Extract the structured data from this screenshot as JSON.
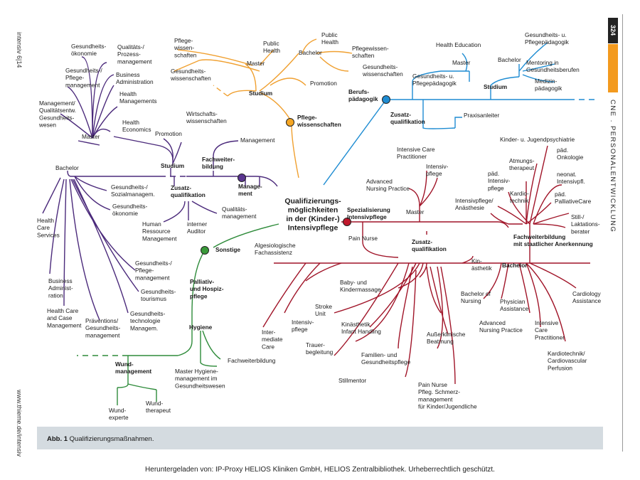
{
  "margin": {
    "journal_top": "intensiv 6|14",
    "journal_bottom": "www.thieme.de/intensiv"
  },
  "sidebar": {
    "page_number": "324",
    "section": "CNE . PERSONALENTWICKLUNG"
  },
  "caption": {
    "label": "Abb. 1",
    "text": "Qualifizierungsmaßnahmen."
  },
  "footer": "Heruntergeladen von: IP-Proxy HELIOS Kliniken GmbH, HELIOS Zentralbibliothek. Urheberrechtlich geschützt.",
  "colors": {
    "purple": "#4b2a7b",
    "orange": "#f0a030",
    "blue": "#1e8cd2",
    "red": "#a01428",
    "green": "#2e8b3a",
    "node_purple": "#5a3590",
    "node_orange": "#f5a623",
    "node_blue": "#1e8cd2",
    "node_red": "#c0182c",
    "node_green": "#3a9a3a"
  },
  "center": [
    "Qualifizierungs-",
    "möglichkeiten",
    "in der (Kinder-)",
    "Intensivpflege"
  ],
  "labels": {
    "p_master": "Master",
    "p_gesoek": [
      "Gesundheits-",
      "ökonomie"
    ],
    "p_qpm": [
      "Qualitäts-/",
      "Prozess-",
      "management"
    ],
    "p_gpm": [
      "Gesundheits-/",
      "Pflege-",
      "management"
    ],
    "p_busadm": [
      "Business",
      "Administration"
    ],
    "p_healthmgmt": [
      "Health",
      "Managements"
    ],
    "p_mqg": [
      "Management/",
      "Qualitätsentw.",
      "Gesundheits-",
      "wesen"
    ],
    "p_healthecon": [
      "Health",
      "Economics"
    ],
    "p_promotion": "Promotion",
    "p_wirt": [
      "Wirtschafts-",
      "wissenschaften"
    ],
    "p_studium": "Studium",
    "p_fwb": [
      "Fachweiter-",
      "bildung"
    ],
    "p_fwb_mgmt": "Management",
    "p_bachelor": "Bachelor",
    "p_zq": [
      "Zusatz-",
      "qualifikation"
    ],
    "p_mgmt_node": [
      "Manage-",
      "ment"
    ],
    "p_gsm": [
      "Gesundheits-/",
      "Sozialmanagem."
    ],
    "p_gesoek2": [
      "Gesundheits-",
      "ökonomie"
    ],
    "p_hrm": [
      "Human",
      "Ressource",
      "Management"
    ],
    "p_ia": [
      "interner",
      "Auditor"
    ],
    "p_qm": [
      "Qualitäts-",
      "management"
    ],
    "p_hcs": [
      "Health",
      "Care",
      "Services"
    ],
    "p_ba": [
      "Business",
      "Administ-",
      "ration"
    ],
    "p_hccm": [
      "Health Care",
      "and Case",
      "Management"
    ],
    "p_pgm": [
      "Präventions/",
      "Gesundheits-",
      "management"
    ],
    "p_gpm2": [
      "Gesundheits-/",
      "Pflege-",
      "management"
    ],
    "p_gt": [
      "Gesundheits-",
      "tourismus"
    ],
    "p_gtm": [
      "Gesundheits-",
      "technologie",
      "Managem."
    ],
    "o_pw": [
      "Pflege-",
      "wissen-",
      "schaften"
    ],
    "o_ph": [
      "Public",
      "Health"
    ],
    "o_master": "Master",
    "o_gw": [
      "Gesundheits-",
      "wissenschaften"
    ],
    "o_ph2": [
      "Public",
      "Health"
    ],
    "o_bachelor": "Bachelor",
    "o_pw2": [
      "Pflegewissen-",
      "schaften"
    ],
    "o_gw2": [
      "Gesundheits-",
      "wissenschaften"
    ],
    "o_promotion": "Promotion",
    "o_studium": "Studium",
    "o_node": [
      "Pflege-",
      "wissenschaften"
    ],
    "b_bp": [
      "Berufs-",
      "pädagogik"
    ],
    "b_he": "Health Education",
    "b_master": "Master",
    "b_gpp": [
      "Gesundheits- u.",
      "Pflegepädagogik"
    ],
    "b_studium": "Studium",
    "b_gpp2": [
      "Gesundheits- u.",
      "Pflegepädagogik"
    ],
    "b_bachelor": "Bachelor",
    "b_mig": [
      "Mentoring in",
      "Gesundheitsberufen"
    ],
    "b_mp": [
      "Medizin-",
      "pädagogik"
    ],
    "b_zq": [
      "Zusatz-",
      "qualifikation"
    ],
    "b_pa": "Praxisanleiter",
    "r_spez": [
      "Spezialisierung",
      "Intensivpflege"
    ],
    "r_icp": [
      "Intensive Care",
      "Practitioner"
    ],
    "r_ip": [
      "Intensiv-",
      "pflege"
    ],
    "r_anp": [
      "Advanced",
      "Nursing Practice"
    ],
    "r_master": "Master",
    "r_pain": "Pain Nurse",
    "r_zq": [
      "Zusatz-",
      "qualifikation"
    ],
    "r_alg": [
      "Algesiologische",
      "Fachassistenz"
    ],
    "r_kin": [
      "Kin-",
      "ästhetik"
    ],
    "r_bachelor": "Bachelor",
    "r_bon": [
      "Bachelor of",
      "Nursing"
    ],
    "r_pa": [
      "Physician",
      "Assistance"
    ],
    "r_anp2": [
      "Advanced",
      "Nursing Practice"
    ],
    "r_icp2": [
      "Intensive",
      "Care",
      "Practitioner"
    ],
    "r_ca": [
      "Cardiology",
      "Assistance"
    ],
    "r_kcp": [
      "Kardiotechnik/",
      "Cardiovascular",
      "Perfusion"
    ],
    "r_kjp": "Kinder- u. Jugendpsychiatrie",
    "r_po": [
      "päd.",
      "Onkologie"
    ],
    "r_at": [
      "Atmungs-",
      "therapeut"
    ],
    "r_pip": [
      "päd.",
      "Intensiv-",
      "pflege"
    ],
    "r_ni": [
      "neonat.",
      "Intensivpfl."
    ],
    "r_kt": [
      "Kardio-",
      "technik"
    ],
    "r_ppc": [
      "päd.",
      "PalliativeCare"
    ],
    "r_ia": [
      "Intensivpflege/",
      "Anästhesie"
    ],
    "r_slb": [
      "Still-/",
      "Laktations-",
      "berater"
    ],
    "r_fwb": [
      "Fachweiterbildung",
      "mit staatlicher Anerkennung"
    ],
    "r_bkm": [
      "Baby- und",
      "Kindermassage"
    ],
    "r_su": [
      "Stroke",
      "Unit"
    ],
    "r_ip2": [
      "Intensiv-",
      "pflege"
    ],
    "r_kih": [
      "Kinästhetik",
      "Infant Handling"
    ],
    "r_ab": [
      "Außerklinische",
      "Beatmung"
    ],
    "r_imc": [
      "Inter-",
      "mediate",
      "Care"
    ],
    "r_tb": [
      "Trauer-",
      "begleitung"
    ],
    "r_fgp": [
      "Familien- und",
      "Gesundheitspflege"
    ],
    "r_sm": "Stillmentor",
    "r_pnp": [
      "Pain Nurse",
      "Pfleg. Schmerz-",
      "management",
      "für Kinder/Jugendliche"
    ],
    "g_sonstige": "Sonstige",
    "g_pah": [
      "Palliativ-",
      "und Hospiz-",
      "pflege"
    ],
    "g_hygiene": "Hygiene",
    "g_fwb": "Fachweiterbildung",
    "g_mh": [
      "Master Hygiene-",
      "management im",
      "Gesundheitswesen"
    ],
    "g_wm": [
      "Wund-",
      "management"
    ],
    "g_we": [
      "Wund-",
      "experte"
    ],
    "g_wt": [
      "Wund-",
      "therapeut"
    ]
  }
}
